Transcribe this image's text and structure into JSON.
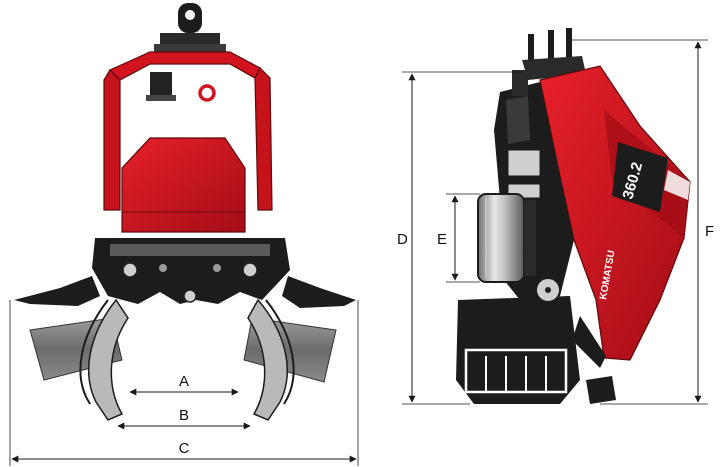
{
  "diagram": {
    "front_view": {
      "dimensions": [
        {
          "id": "A",
          "label": "A"
        },
        {
          "id": "B",
          "label": "B"
        },
        {
          "id": "C",
          "label": "C"
        }
      ]
    },
    "side_view": {
      "dimensions": [
        {
          "id": "D",
          "label": "D"
        },
        {
          "id": "E",
          "label": "E"
        },
        {
          "id": "F",
          "label": "F"
        }
      ],
      "model_badge": "360.2",
      "brand_badge": "KOMATSU"
    }
  },
  "colors": {
    "body_red": "#d2141e",
    "dark_red": "#8e0b12",
    "machine_black": "#1c1c1c",
    "steel_grey": "#9a9a9a",
    "log_grey": "#7d7d7d",
    "dimension_line": "#1a1a1a"
  }
}
